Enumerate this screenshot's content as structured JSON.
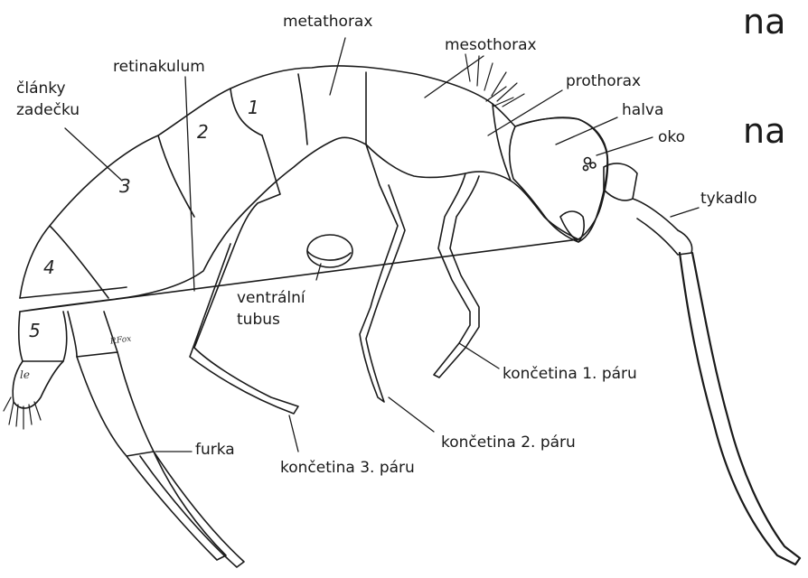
{
  "side_text": [
    "na",
    "na"
  ],
  "labels": {
    "metathorax": "metathorax",
    "mesothorax": "mesothorax",
    "retinakulum": "retinakulum",
    "clanky_zadecku": [
      "články",
      "zadečku"
    ],
    "prothorax": "prothorax",
    "halva": "halva",
    "oko": "oko",
    "tykadlo": "tykadlo",
    "ventralni_tubus": [
      "ventrální",
      "tubus"
    ],
    "koncetina_1": "končetina 1. páru",
    "koncetina_2": "končetina 2. páru",
    "koncetina_3": "končetina 3. páru",
    "furka": "furka"
  },
  "segment_numbers": [
    "1",
    "2",
    "3",
    "4",
    "5"
  ],
  "artist_mark": [
    "le",
    "P.Fox"
  ],
  "colors": {
    "ink": "#1a1a1a",
    "background": "#ffffff"
  }
}
